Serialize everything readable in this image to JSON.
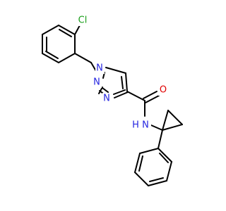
{
  "molecule": {
    "atoms": {
      "cl": {
        "text": "Cl",
        "color": "#1a9e1a"
      },
      "n1": {
        "text": "N",
        "color": "#2525e0"
      },
      "n2": {
        "text": "N",
        "color": "#2525e0"
      },
      "n3": {
        "text": "N",
        "color": "#2525e0"
      },
      "o": {
        "text": "O",
        "color": "#e00000"
      },
      "nh_n": {
        "text": "N",
        "color": "#2525e0"
      },
      "nh_h": {
        "text": "H",
        "color": "#2525e0"
      }
    }
  }
}
